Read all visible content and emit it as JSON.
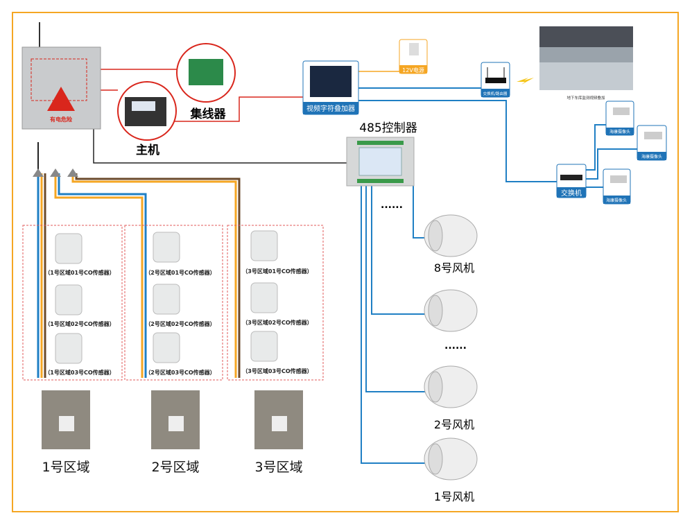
{
  "colors": {
    "frame": "#f5a623",
    "blue_wire": "#1f7fc4",
    "red_wire": "#d9261c",
    "black_wire": "#222222",
    "label_bg": "#1f73b7",
    "zone_box": "#e05a5a"
  },
  "cabinet": {
    "warning": "有电危险"
  },
  "hub": {
    "label": "集线器"
  },
  "host": {
    "label": "主机"
  },
  "overlay": {
    "label": "视频字符叠加器"
  },
  "power": {
    "label": "12V电源"
  },
  "router": {
    "label": "交换机/路由器"
  },
  "monitor": {
    "caption": "地下车库监测视频叠加"
  },
  "controller": {
    "label": "485控制器"
  },
  "switch": {
    "label": "交换机"
  },
  "cameras": [
    {
      "label": "海康摄像头"
    },
    {
      "label": "海康摄像头"
    },
    {
      "label": "海康摄像头"
    }
  ],
  "fans": [
    {
      "label": "8号风机"
    },
    {
      "label": ""
    },
    {
      "label": "2号风机"
    },
    {
      "label": "1号风机"
    }
  ],
  "ellipsis": [
    "......",
    "......"
  ],
  "zones": [
    {
      "label": "1号区域",
      "sensors": [
        "（1号区域01号CO传感器）",
        "（1号区域02号CO传感器）",
        "（1号区域03号CO传感器）"
      ]
    },
    {
      "label": "2号区域",
      "sensors": [
        "（2号区域01号CO传感器）",
        "（2号区域02号CO传感器）",
        "（2号区域03号CO传感器）"
      ]
    },
    {
      "label": "3号区域",
      "sensors": [
        "（3号区域01号CO传感器）",
        "（3号区域02号CO传感器）",
        "（3号区域03号CO传感器）"
      ]
    }
  ]
}
